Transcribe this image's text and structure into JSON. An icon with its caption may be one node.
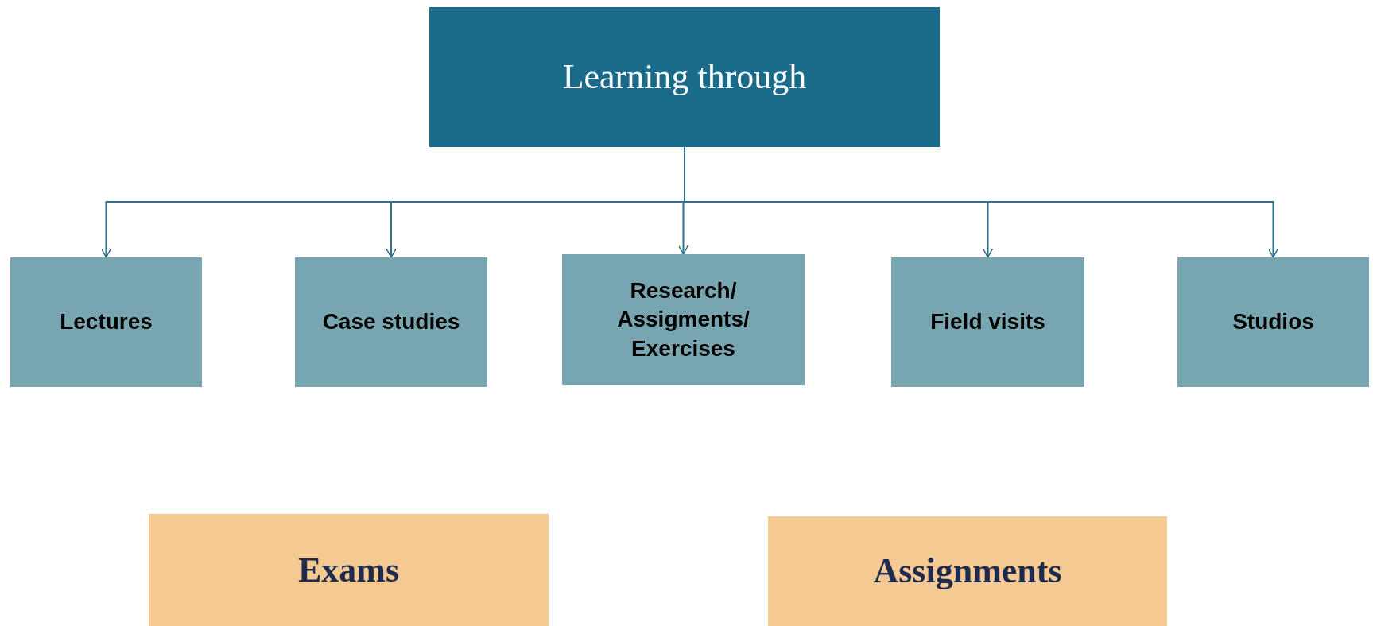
{
  "diagram": {
    "nodes": [
      {
        "text": [
          "Learning through"
        ]
      },
      {
        "text": [
          "Lectures"
        ]
      },
      {
        "text": [
          "Case studies"
        ]
      },
      {
        "text": [
          "Research/ Assigments/ Exercises"
        ]
      },
      {
        "text": [
          "Field visits"
        ]
      },
      {
        "text": [
          "Studios"
        ]
      },
      {
        "text": [
          "Exams"
        ]
      },
      {
        "text": [
          "Assignments"
        ]
      }
    ],
    "edges": [
      {
        "from": 0,
        "to": 1,
        "arrow": "to"
      },
      {
        "from": 0,
        "to": 2,
        "arrow": "to"
      },
      {
        "from": 0,
        "to": 3,
        "arrow": "to"
      },
      {
        "from": 0,
        "to": 4,
        "arrow": "to"
      },
      {
        "from": 0,
        "to": 5,
        "arrow": "to"
      }
    ]
  }
}
